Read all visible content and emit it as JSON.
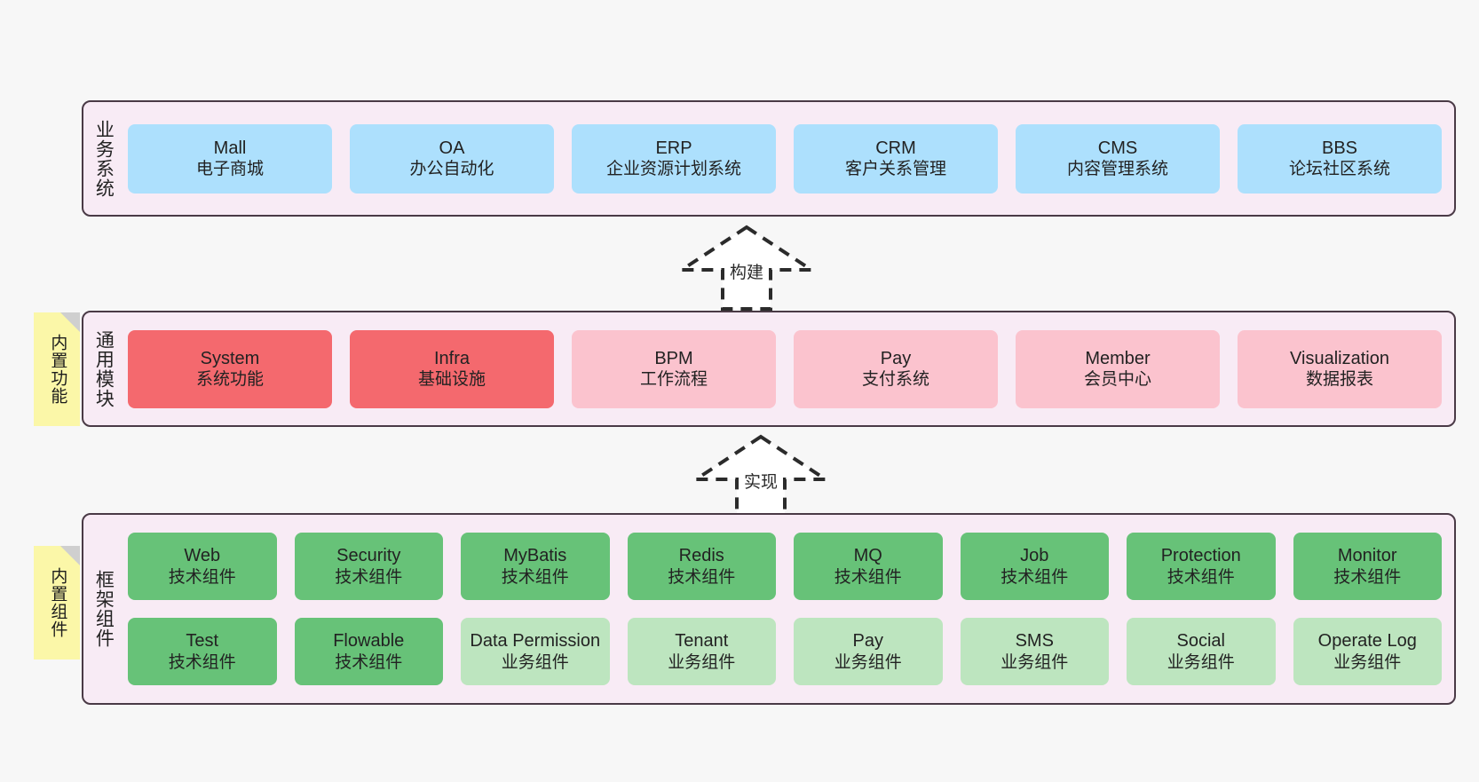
{
  "diagram": {
    "background": "#f7f7f7",
    "panel_bg": "#f8ebf5",
    "panel_border": "#4a3a46",
    "note_bg": "#fbf7a8"
  },
  "notes": [
    {
      "label": "内置功能",
      "name": "note-built-in-functions"
    },
    {
      "label": "内置组件",
      "name": "note-built-in-components"
    }
  ],
  "arrows": [
    {
      "label": "构建",
      "name": "arrow-build"
    },
    {
      "label": "实现",
      "name": "arrow-realize"
    }
  ],
  "layers": [
    {
      "title": "业务系统",
      "color": "#ade0fd",
      "rows": [
        [
          {
            "en": "Mall",
            "cn": "电子商城"
          },
          {
            "en": "OA",
            "cn": "办公自动化"
          },
          {
            "en": "ERP",
            "cn": "企业资源计划系统"
          },
          {
            "en": "CRM",
            "cn": "客户关系管理"
          },
          {
            "en": "CMS",
            "cn": "内容管理系统"
          },
          {
            "en": "BBS",
            "cn": "论坛社区系统"
          }
        ]
      ]
    },
    {
      "title": "通用模块",
      "rows": [
        [
          {
            "en": "System",
            "cn": "系统功能",
            "color": "#f4696e"
          },
          {
            "en": "Infra",
            "cn": "基础设施",
            "color": "#f4696e"
          },
          {
            "en": "BPM",
            "cn": "工作流程",
            "color": "#fbc3ce"
          },
          {
            "en": "Pay",
            "cn": "支付系统",
            "color": "#fbc3ce"
          },
          {
            "en": "Member",
            "cn": "会员中心",
            "color": "#fbc3ce"
          },
          {
            "en": "Visualization",
            "cn": "数据报表",
            "color": "#fbc3ce"
          }
        ]
      ]
    },
    {
      "title": "框架组件",
      "rows": [
        [
          {
            "en": "Web",
            "cn": "技术组件",
            "color": "#67c278"
          },
          {
            "en": "Security",
            "cn": "技术组件",
            "color": "#67c278"
          },
          {
            "en": "MyBatis",
            "cn": "技术组件",
            "color": "#67c278"
          },
          {
            "en": "Redis",
            "cn": "技术组件",
            "color": "#67c278"
          },
          {
            "en": "MQ",
            "cn": "技术组件",
            "color": "#67c278"
          },
          {
            "en": "Job",
            "cn": "技术组件",
            "color": "#67c278"
          },
          {
            "en": "Protection",
            "cn": "技术组件",
            "color": "#67c278"
          },
          {
            "en": "Monitor",
            "cn": "技术组件",
            "color": "#67c278"
          }
        ],
        [
          {
            "en": "Test",
            "cn": "技术组件",
            "color": "#67c278"
          },
          {
            "en": "Flowable",
            "cn": "技术组件",
            "color": "#67c278"
          },
          {
            "en": "Data Permission",
            "cn": "业务组件",
            "color": "#bde5bf"
          },
          {
            "en": "Tenant",
            "cn": "业务组件",
            "color": "#bde5bf"
          },
          {
            "en": "Pay",
            "cn": "业务组件",
            "color": "#bde5bf"
          },
          {
            "en": "SMS",
            "cn": "业务组件",
            "color": "#bde5bf"
          },
          {
            "en": "Social",
            "cn": "业务组件",
            "color": "#bde5bf"
          },
          {
            "en": "Operate Log",
            "cn": "业务组件",
            "color": "#bde5bf"
          }
        ]
      ]
    }
  ]
}
